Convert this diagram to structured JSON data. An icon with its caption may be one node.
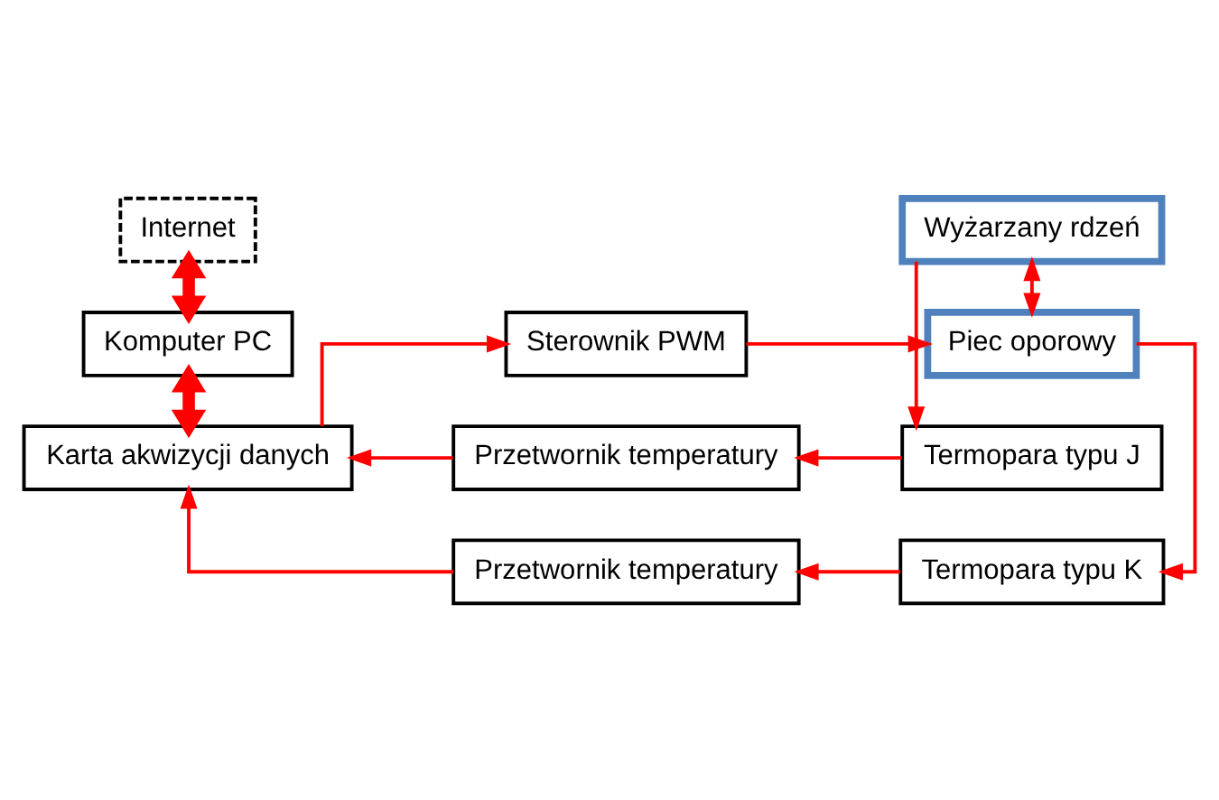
{
  "diagram": {
    "nodes": [
      {
        "text": [
          "Internet"
        ]
      },
      {
        "text": [
          "Komputer PC"
        ]
      },
      {
        "text": [
          "Karta akwizycji danych"
        ]
      },
      {
        "text": [
          "Przetwornik temperatury"
        ]
      },
      {
        "text": [
          "Termopara typu J"
        ]
      },
      {
        "text": [
          "Sterownik PWM"
        ]
      },
      {
        "text": [
          "Wyżarzany rdzeń"
        ]
      },
      {
        "text": [
          "Piec oporowy"
        ]
      },
      {
        "text": [
          "Przetwornik temperatury"
        ]
      },
      {
        "text": [
          "Termopara typu K"
        ]
      }
    ],
    "edges": [
      {
        "from": 0,
        "to": 1,
        "arrow": "both",
        "style": "thick"
      },
      {
        "from": 1,
        "to": 2,
        "arrow": "both",
        "style": "thick"
      },
      {
        "from": 3,
        "to": 2,
        "arrow": "to"
      },
      {
        "from": 4,
        "to": 3,
        "arrow": "to"
      },
      {
        "from": 2,
        "to": 5,
        "arrow": "to"
      },
      {
        "from": 5,
        "to": 7,
        "arrow": "to"
      },
      {
        "from": 6,
        "to": 7,
        "arrow": "both"
      },
      {
        "from": 6,
        "to": 4,
        "arrow": "to"
      },
      {
        "from": 7,
        "to": 9,
        "arrow": "to"
      },
      {
        "from": 9,
        "to": 8,
        "arrow": "to"
      },
      {
        "from": 8,
        "to": 2,
        "arrow": "to"
      }
    ]
  }
}
